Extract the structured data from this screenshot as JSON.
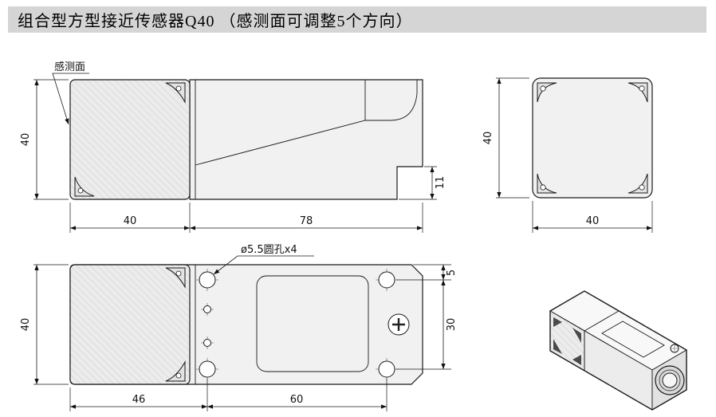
{
  "title": "组合型方型接近传感器Q40 （感测面可调整5个方向）",
  "annotations": {
    "sensing_face": "感测面",
    "hole_note": "ø5.5圆孔x4"
  },
  "dims": {
    "side_height": "40",
    "side_head_length": "40",
    "side_body_length": "78",
    "side_step": "11",
    "front_height": "40",
    "front_width": "40",
    "top_height": "40",
    "top_edge_to_hole": "46",
    "top_hole_pitch": "60",
    "top_hole_edge_offset": "5",
    "top_hole_row_pitch": "30"
  },
  "colors": {
    "title_bg": "#d5d5d5",
    "line": "#1a1a1a",
    "body_fill": "#f1f1f1",
    "head_fill": "#e9e9e9"
  }
}
